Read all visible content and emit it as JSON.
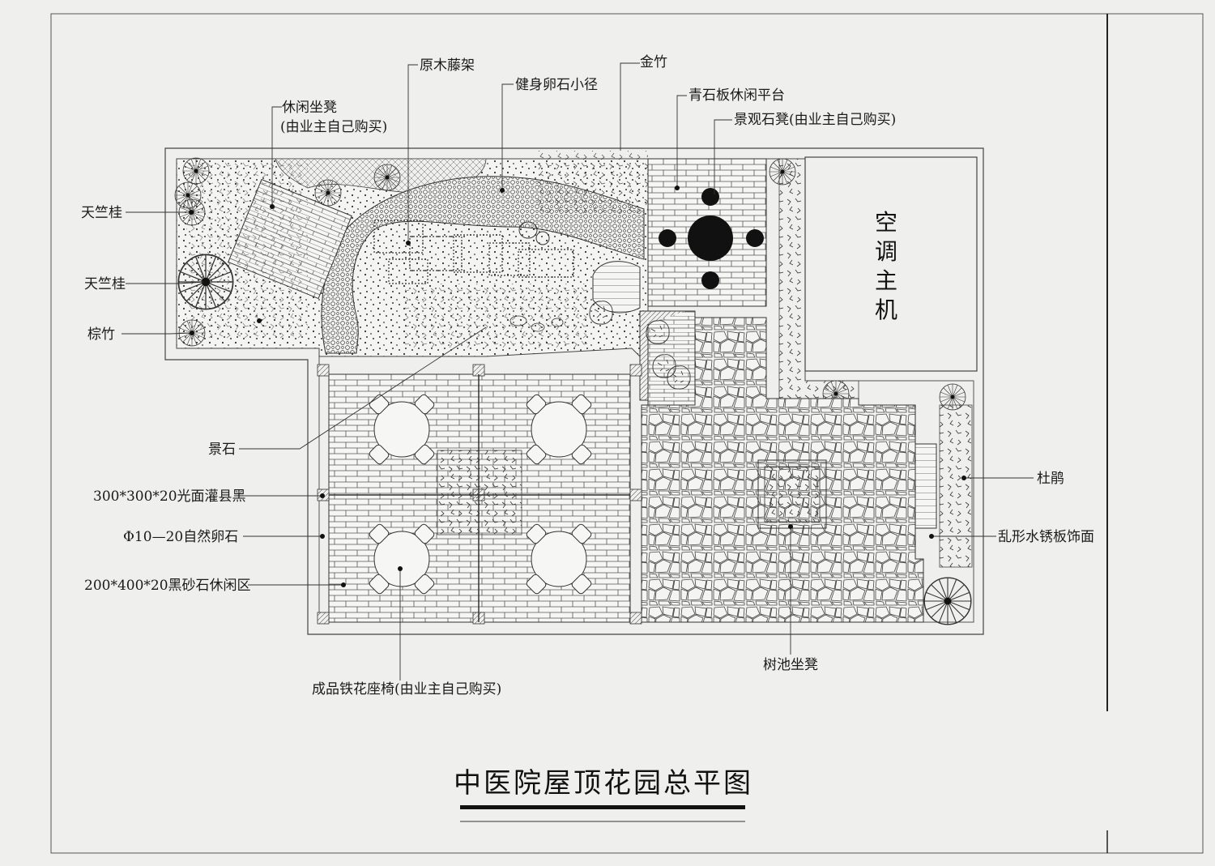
{
  "title": "中医院屋顶花园总平图",
  "labels": {
    "tianzhugui_1": "天竺桂",
    "tianzhugui_2": "天竺桂",
    "zongzhu": "棕竹",
    "xiuxian_dengzi": "休闲坐凳",
    "xiuxian_dengzi_note": "(由业主自己购买)",
    "yuanmu_tengjia": "原木藤架",
    "jianshen_luanshi": "健身卵石小径",
    "jinzhu": "金竹",
    "qingshiban_pingtai": "青石板休闲平台",
    "jingguan_shideng": "景观石凳(由业主自己购买)",
    "jingshi": "景石",
    "guanxianhei": "300*300*20光面灌县黑",
    "luanshi": "Φ10—20自然卵石",
    "heishashi": "200*400*20黑砂石休闲区",
    "zuoyi": "成品铁花座椅(由业主自己购买)",
    "shuchi_zuodeng": "树池坐凳",
    "dujuan": "杜鹃",
    "luanxing_shuixiuban": "乱形水锈板饰面",
    "ac_unit": [
      "空",
      "调",
      "主",
      "机"
    ]
  }
}
